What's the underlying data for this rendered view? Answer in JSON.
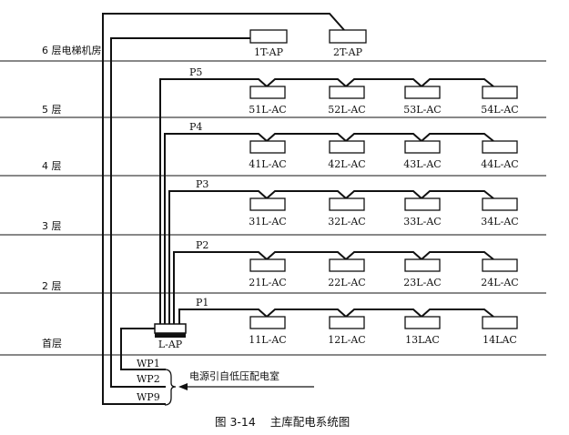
{
  "floors": [
    {
      "label": "6 层电梯机房"
    },
    {
      "label": "5 层"
    },
    {
      "label": "4 层"
    },
    {
      "label": "3 层"
    },
    {
      "label": "2 层"
    },
    {
      "label": "首层"
    }
  ],
  "top_panels": [
    "1T-AP",
    "2T-AP"
  ],
  "feeders": [
    {
      "label": "P5",
      "units": [
        "51L-AC",
        "52L-AC",
        "53L-AC",
        "54L-AC"
      ]
    },
    {
      "label": "P4",
      "units": [
        "41L-AC",
        "42L-AC",
        "43L-AC",
        "44L-AC"
      ]
    },
    {
      "label": "P3",
      "units": [
        "31L-AC",
        "32L-AC",
        "33L-AC",
        "34L-AC"
      ]
    },
    {
      "label": "P2",
      "units": [
        "21L-AC",
        "22L-AC",
        "23L-AC",
        "24L-AC"
      ]
    },
    {
      "label": "P1",
      "units": [
        "11L-AC",
        "12L-AC",
        "13LAC",
        "14LAC"
      ]
    }
  ],
  "main_panel": "L-AP",
  "incoming": [
    "WP1",
    "WP2",
    "WP9"
  ],
  "source_note": "电源引自低压配电室",
  "caption": "图 3-14    主库配电系统图"
}
